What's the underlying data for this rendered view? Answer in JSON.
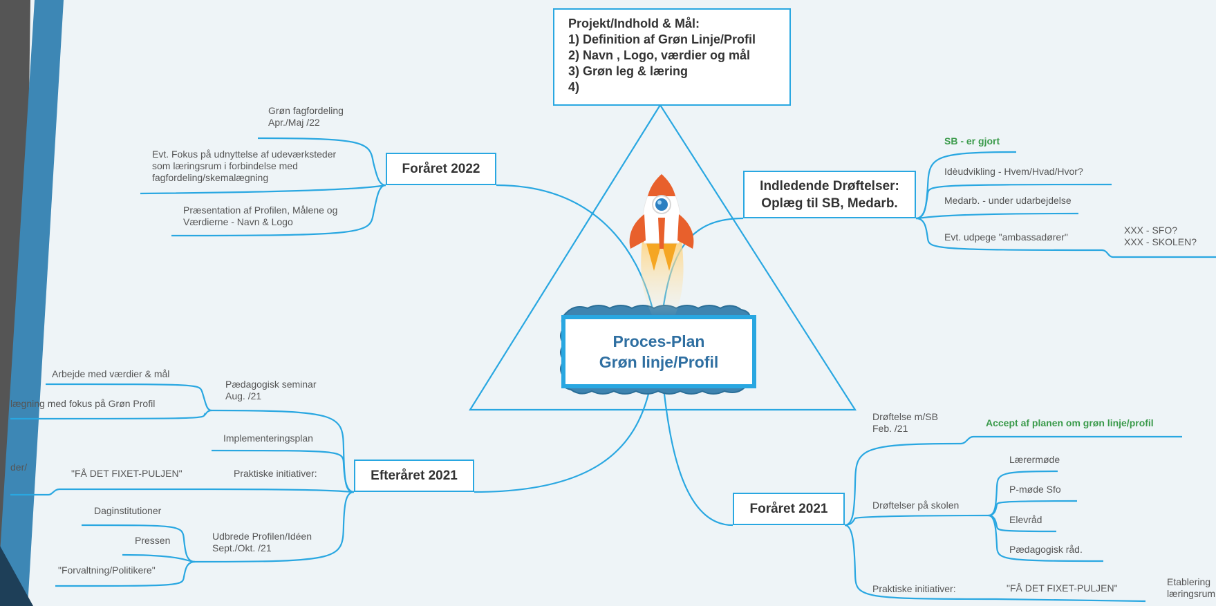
{
  "central": {
    "line1": "Proces-Plan",
    "line2": "Grøn linje/Profil"
  },
  "goals_box": {
    "text": "Projekt/Indhold & Mål:\n1) Definition af Grøn Linje/Profil\n2) Navn , Logo, værdier og mål\n3) Grøn leg & læring\n4)"
  },
  "topics": {
    "foraaret_2022": "Foråret 2022",
    "indledende": "Indledende Drøftelser:\nOplæg til SB, Medarb.",
    "efteraaret_2021": "Efteråret 2021",
    "foraaret_2021": "Foråret 2021"
  },
  "foraaret_2022_items": {
    "fagfordeling": "Grøn fagfordeling\nApr./Maj /22",
    "fokus": "Evt. Fokus på udnyttelse af udeværksteder\nsom læringsrum i forbindelse med\nfagfordeling/skemalægning",
    "praesentation": "Præsentation af Profilen, Målene og\nVærdierne - Navn & Logo"
  },
  "indledende_items": {
    "sb": "SB - er gjort",
    "ide": "Idèudvikling - Hvem/Hvad/Hvor?",
    "medarb": "Medarb. - under udarbejdelse",
    "ambassadoerer": "Evt. udpege \"ambassadører\"",
    "xxx": "XXX - SFO?\nXXX - SKOLEN?"
  },
  "efteraaret_2021_items": {
    "vaerdier": "Arbejde med værdier & mål",
    "laegning": "lægning med fokus på Grøn Profil",
    "seminar": "Pædagogisk seminar\nAug. /21",
    "implementering": "Implementeringsplan",
    "fixet": "\"FÅ DET FIXET-PULJEN\"",
    "praktiske": "Praktiske initiativer:",
    "der": "der/",
    "daginstitutioner": "Daginstitutioner",
    "pressen": "Pressen",
    "forvaltning": "\"Forvaltning/Politikere\"",
    "udbrede": "Udbrede Profilen/Idéen\nSept./Okt. /21"
  },
  "foraaret_2021_items": {
    "droeftelse_sb": "Drøftelse m/SB\nFeb. /21",
    "accept": "Accept af planen om grøn linje/profil",
    "droeftelser_skolen": "Drøftelser på skolen",
    "laerermoede": "Lærermøde",
    "pmoede": "P-møde Sfo",
    "elevraad": "Elevråd",
    "paedraad": "Pædagogisk råd.",
    "praktiske": "Praktiske initiativer:",
    "fixet": "\"FÅ DET FIXET-PULJEN\"",
    "etablering": "Etablering\nlæringsrum"
  },
  "colors": {
    "line": "#29a7e1",
    "green_text": "#3a9a4a",
    "topic_text": "#333333",
    "central_text": "#2f6fa1"
  },
  "icons": {
    "rocket": "rocket-icon"
  }
}
